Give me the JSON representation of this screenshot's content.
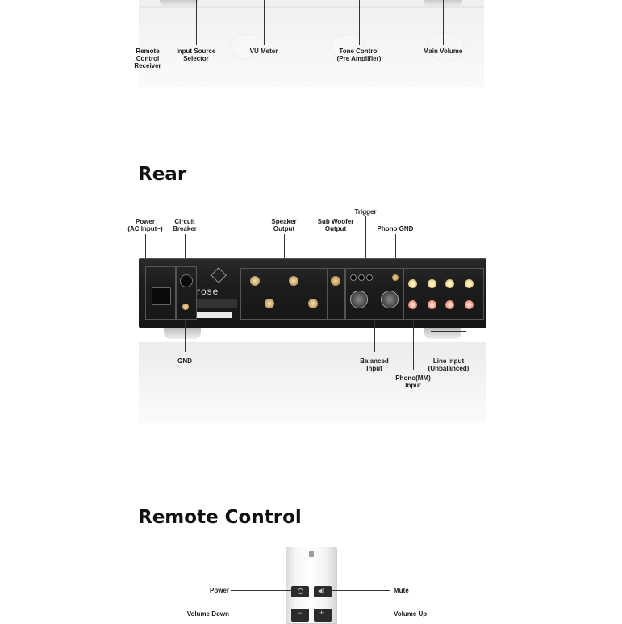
{
  "front": {
    "labels": {
      "remote_receiver": "Remote\nControl\nReceiver",
      "input_selector": "Input Source\nSelector",
      "vu_meter": "VU Meter",
      "tone_control": "Tone Control\n(Pre Amplifier)",
      "main_volume": "Main Volume"
    }
  },
  "rear": {
    "title": "Rear",
    "labels": {
      "power": "Power\n(AC Input~)",
      "circuit_breaker": "Circuit\nBreaker",
      "speaker_output": "Speaker\nOutput",
      "sub_woofer": "Sub Woofer\nOutput",
      "trigger": "Trigger",
      "phono_gnd": "Phono GND",
      "gnd": "GND",
      "balanced_input": "Balanced\nInput",
      "phono_mm": "Phono(MM)\nInput",
      "line_input": "Line Input\n(Unbalanced)"
    },
    "brand": "rose"
  },
  "remote": {
    "title": "Remote Control",
    "labels": {
      "power": "Power",
      "mute": "Mute",
      "volume_down": "Volume Down",
      "volume_up": "Volume Up"
    },
    "glyphs": {
      "mute": "◀)",
      "volume_down": "−",
      "volume_up": "+"
    }
  }
}
